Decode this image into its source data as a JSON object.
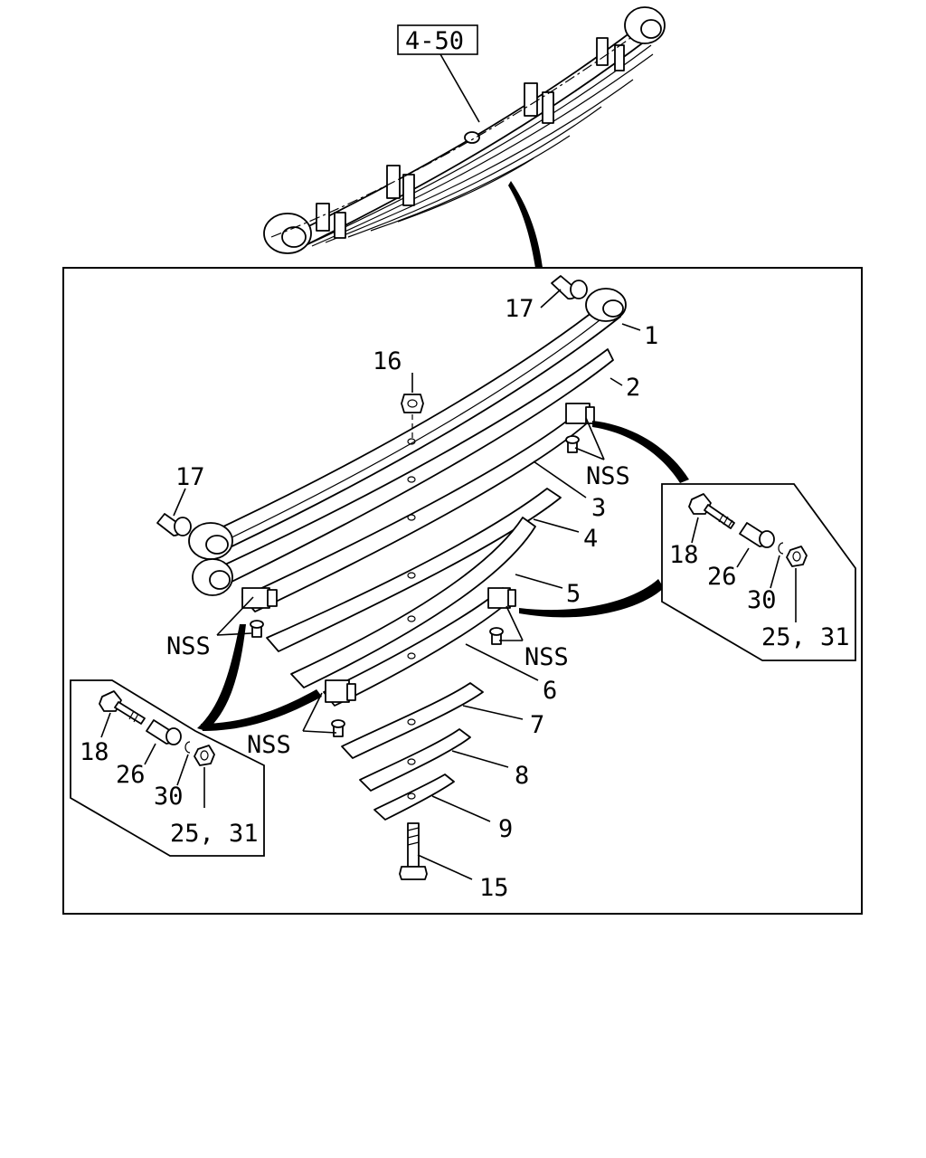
{
  "diagram": {
    "ref_box": "4-50",
    "labels": {
      "p1": "1",
      "p2": "2",
      "p3": "3",
      "p4": "4",
      "p5": "5",
      "p6": "6",
      "p7": "7",
      "p8": "8",
      "p9": "9",
      "p15": "15",
      "p16": "16",
      "p17a": "17",
      "p17b": "17",
      "nss_a": "NSS",
      "nss_b": "NSS",
      "nss_c": "NSS",
      "nss_d": "NSS"
    },
    "right_detail": {
      "p18": "18",
      "p26": "26",
      "p30": "30",
      "p25_31": "25, 31"
    },
    "left_detail": {
      "p18": "18",
      "p26": "26",
      "p30": "30",
      "p25_31": "25, 31"
    }
  }
}
